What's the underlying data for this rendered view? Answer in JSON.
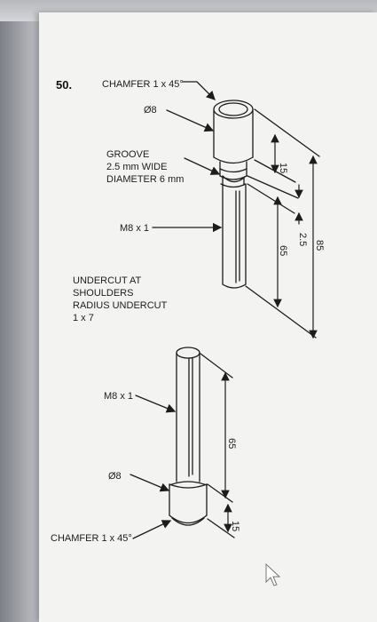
{
  "problem_number": "50.",
  "labels": {
    "top_chamfer": "CHAMFER 1 x 45°",
    "top_diameter": "Ø8",
    "groove_line1": "GROOVE",
    "groove_line2": "2.5 mm WIDE",
    "groove_line3": "DIAMETER 6 mm",
    "top_thread": "M8 x 1",
    "undercut_line1": "UNDERCUT AT",
    "undercut_line2": "SHOULDERS",
    "undercut_line3": "RADIUS UNDERCUT",
    "undercut_line4": "1 x 7",
    "bottom_thread": "M8 x 1",
    "bottom_diameter": "Ø8",
    "bottom_chamfer": "CHAMFER 1 x 45°"
  },
  "dimensions": {
    "top_head": "15",
    "top_groove": "2.5",
    "top_shank": "65",
    "top_overall": "85",
    "bottom_shank": "65",
    "bottom_head": "15"
  },
  "colors": {
    "line": "#1c1c1c",
    "paper": "#f3f3f1"
  }
}
